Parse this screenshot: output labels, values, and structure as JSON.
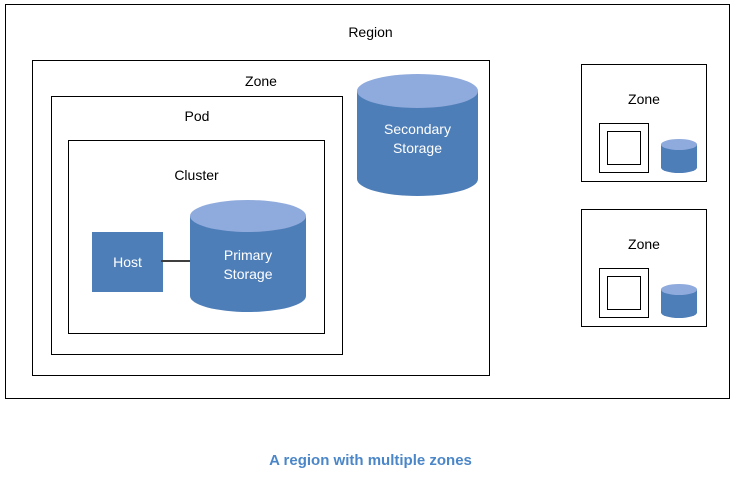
{
  "caption": "A region with multiple zones",
  "colors": {
    "cylinder_body": "#4E7EB8",
    "cylinder_top": "#8FAADC",
    "host_fill": "#4E7EB8",
    "box_border": "#000000",
    "connector": "#3f3f3f",
    "caption_text": "#4A86C8",
    "label_text": "#000000",
    "shape_text": "#ffffff",
    "background": "#ffffff"
  },
  "region": {
    "label": "Region",
    "zone": {
      "label": "Zone",
      "pod": {
        "label": "Pod",
        "cluster": {
          "label": "Cluster",
          "host": {
            "label": "Host"
          },
          "primary_storage": {
            "label": "Primary\nStorage"
          }
        }
      },
      "secondary_storage": {
        "label": "Secondary\nStorage"
      }
    }
  },
  "mini_zones": [
    {
      "label": "Zone"
    },
    {
      "label": "Zone"
    }
  ]
}
